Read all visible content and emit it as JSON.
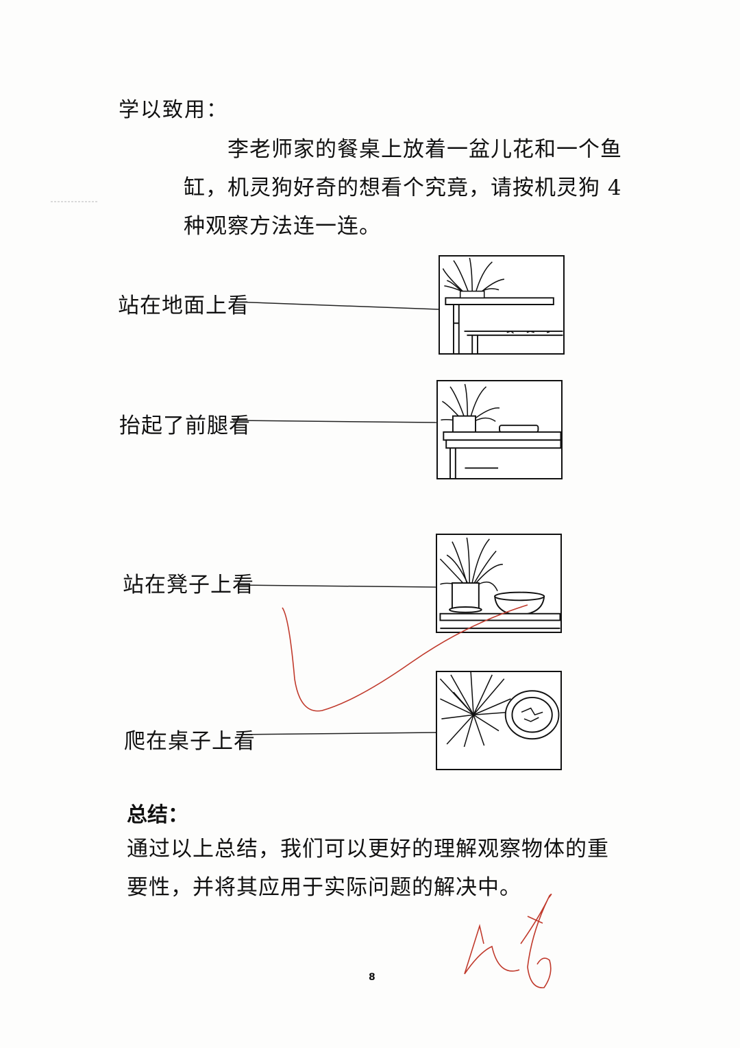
{
  "heading": "学以致用：",
  "problem": {
    "line1": "李老师家的餐桌上放着一盆儿花和一个鱼",
    "line2": "缸，机灵狗好奇的想看个究竟，请按机灵狗 4",
    "line3": "种观察方法连一连。"
  },
  "rows": [
    {
      "label": "站在地面上看",
      "picture": "table-low-view"
    },
    {
      "label": "抬起了前腿看",
      "picture": "table-eye-level-view"
    },
    {
      "label": "站在凳子上看",
      "picture": "table-plant-and-bowl-view"
    },
    {
      "label": "爬在桌子上看",
      "picture": "plant-and-fishbowl-top-view"
    }
  ],
  "summary": {
    "title": "总结：",
    "text": "通过以上总结，我们可以更好的理解观察物体的重要性，并将其应用于实际问题的解决中。"
  },
  "page_number": "8",
  "colors": {
    "ink": "#111111",
    "red_pen": "#c0392b"
  }
}
